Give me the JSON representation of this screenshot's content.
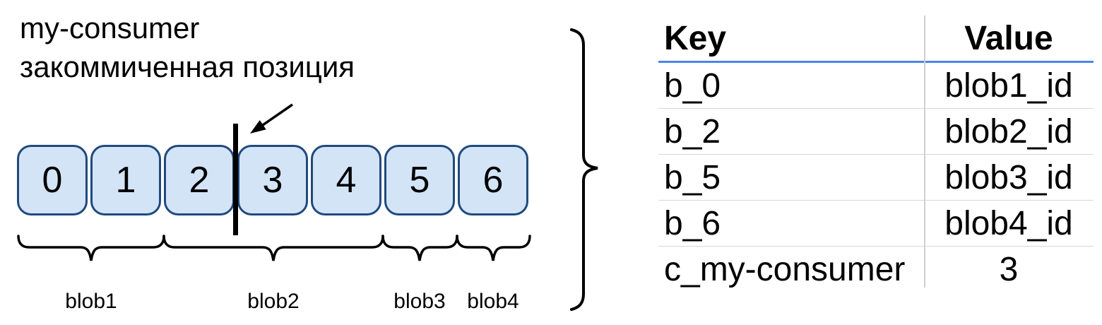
{
  "diagram": {
    "title_line1": "my-consumer",
    "title_line2": "закоммиченная позиция",
    "slots": [
      "0",
      "1",
      "2",
      "3",
      "4",
      "5",
      "6"
    ],
    "groups": [
      {
        "label": "blob1",
        "covers_slots": [
          "0",
          "1"
        ]
      },
      {
        "label": "blob2",
        "covers_slots": [
          "2",
          "3",
          "4"
        ]
      },
      {
        "label": "blob3",
        "covers_slots": [
          "5"
        ]
      },
      {
        "label": "blob4",
        "covers_slots": [
          "6"
        ]
      }
    ],
    "committed_position_between": [
      "2",
      "3"
    ],
    "colors": {
      "slot_fill": "#d4e4f7",
      "slot_border": "#204a7d",
      "marker": "#000000"
    }
  },
  "table": {
    "headers": {
      "key": "Key",
      "value": "Value"
    },
    "rows": [
      {
        "key": "b_0",
        "value": "blob1_id"
      },
      {
        "key": "b_2",
        "value": "blob2_id"
      },
      {
        "key": "b_5",
        "value": "blob3_id"
      },
      {
        "key": "b_6",
        "value": "blob4_id"
      },
      {
        "key": "c_my-consumer",
        "value": "3"
      }
    ],
    "header_underline_color": "#4a86e8",
    "row_separator_color": "#d6d6d6"
  }
}
